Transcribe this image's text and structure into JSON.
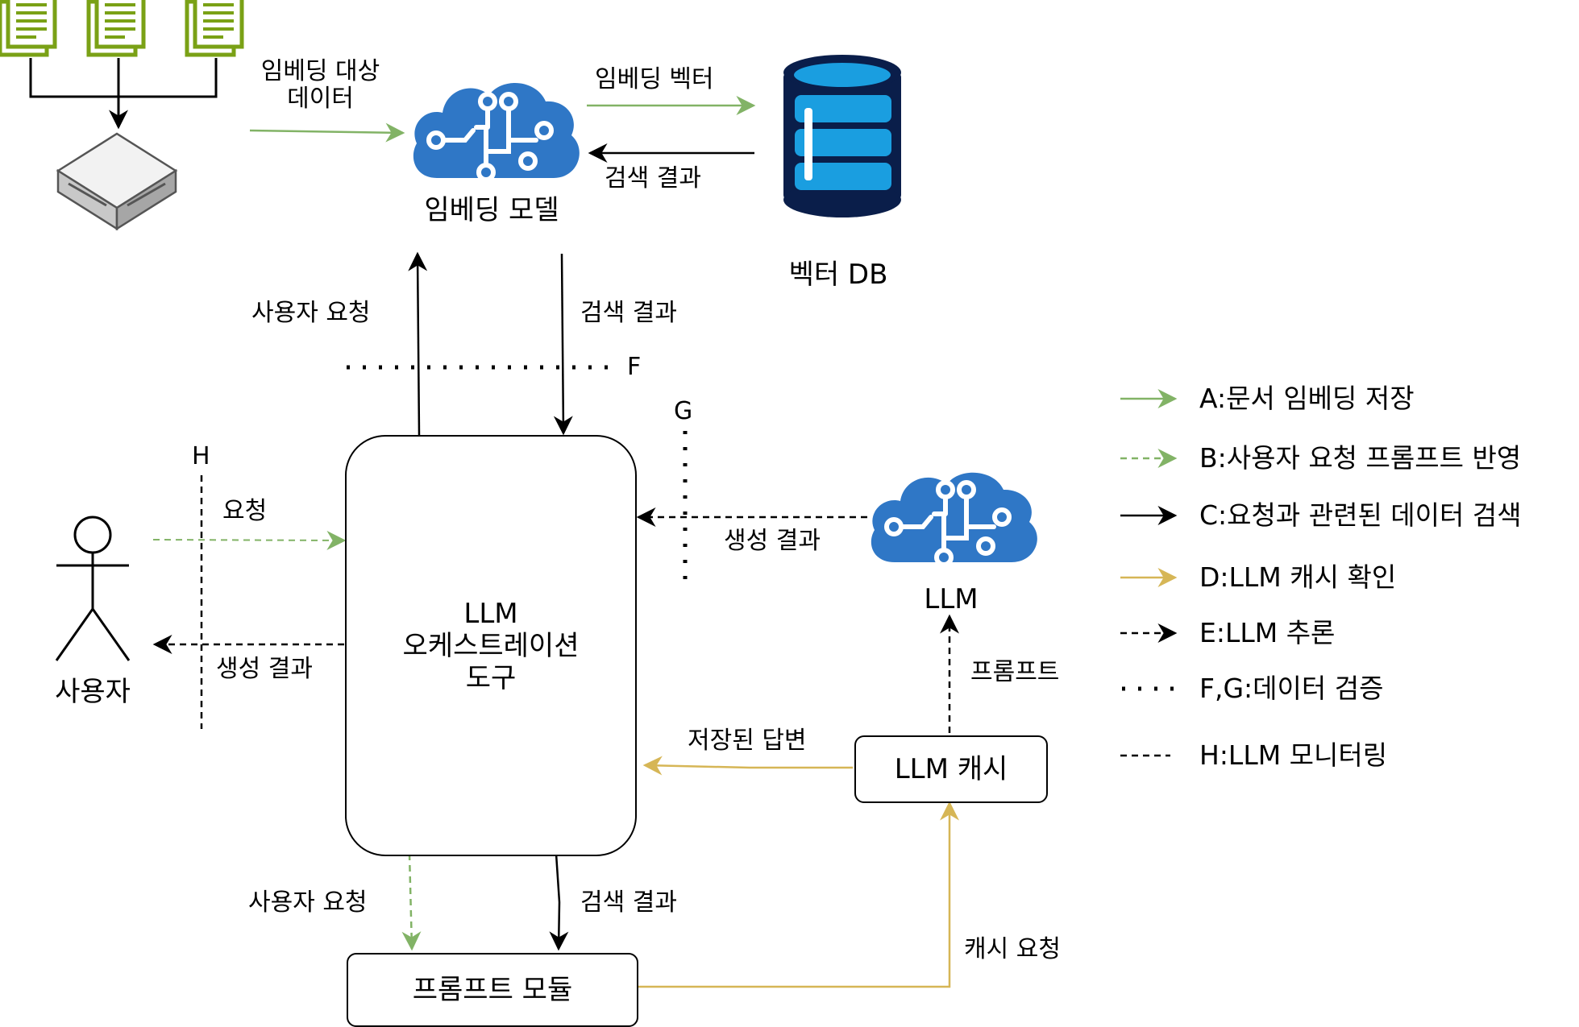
{
  "colors": {
    "green": "#82b366",
    "gold": "#d6b656",
    "black": "#000000",
    "azure_blue": "#2f77c6",
    "db_blue": "#1a9ee0",
    "db_navy": "#0a1e4a",
    "doc_green": "#7aa116"
  },
  "icons": {
    "documents": "document-icon",
    "server": "server-appliance-icon",
    "embedding_model": "brain-cloud-icon",
    "vector_db": "database-icon",
    "llm": "brain-cloud-icon",
    "user": "stick-figure-icon"
  },
  "nodes": {
    "embedding_model": "임베딩 모델",
    "vector_db": "벡터 DB",
    "orchestrator": [
      "LLM",
      "오케스트레이션",
      "도구"
    ],
    "llm": "LLM",
    "llm_cache": "LLM 캐시",
    "prompt_module": "프롬프트 모듈",
    "user": "사용자"
  },
  "edges": {
    "embed_data": [
      "임베딩 대상",
      "데이터"
    ],
    "embed_vector": "임베딩 벡터",
    "db_search_result": "검색 결과",
    "user_request_up": "사용자 요청",
    "search_result_down": "검색 결과",
    "request": "요청",
    "generate_result_user": "생성 결과",
    "generate_result_llm": "생성 결과",
    "prompt": "프롬프트",
    "stored_answer": "저장된 답변",
    "user_request_bottom": "사용자 요청",
    "search_result_bottom": "검색 결과",
    "cache_request": "캐시 요청"
  },
  "markers": {
    "F": "F",
    "G": "G",
    "H": "H"
  },
  "legend": [
    {
      "style": "green-solid",
      "label": "A:문서 임베딩 저장"
    },
    {
      "style": "green-dashed",
      "label": "B:사용자 요청 프롬프트 반영"
    },
    {
      "style": "black-solid",
      "label": "C:요청과 관련된 데이터 검색"
    },
    {
      "style": "gold-solid",
      "label": "D:LLM 캐시 확인"
    },
    {
      "style": "black-dashed",
      "label": "E:LLM 추론"
    },
    {
      "style": "black-dotted",
      "label": "F,G:데이터 검증"
    },
    {
      "style": "black-dashed-noarrow",
      "label": "H:LLM 모니터링"
    }
  ]
}
